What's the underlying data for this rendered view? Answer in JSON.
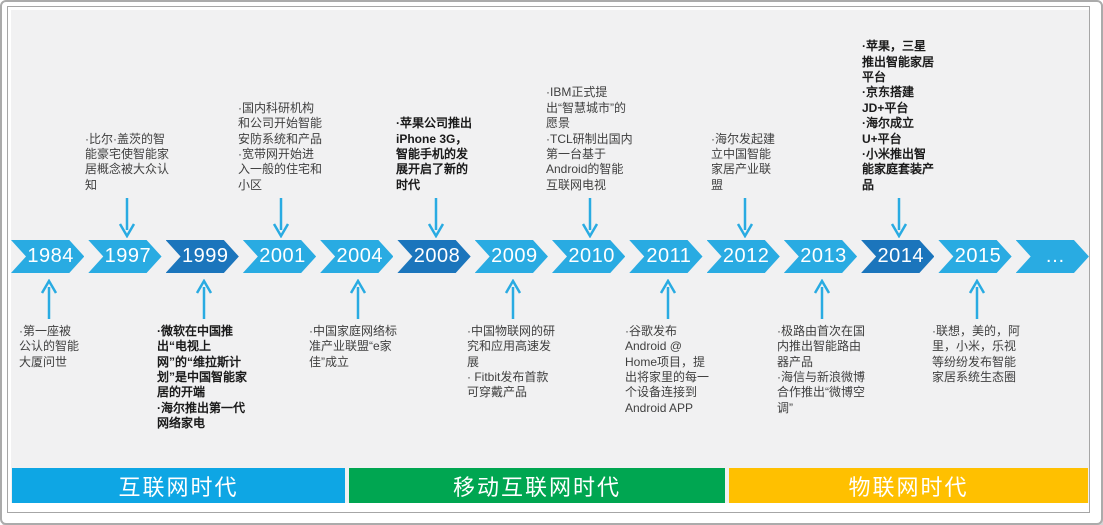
{
  "slide": {
    "timeline": {
      "colors": {
        "light": "#29ABE2",
        "dark": "#1B75BC",
        "arrow": "#29ABE2"
      },
      "events": [
        {
          "year": "1984",
          "accent": "light",
          "side": "bottom",
          "bold": false,
          "notes": [
            "·第一座被公认的智能大厦问世"
          ]
        },
        {
          "year": "1997",
          "accent": "light",
          "side": "top",
          "bold": false,
          "notes": [
            "·比尔·盖茨的智能豪宅使智能家居概念被大众认知"
          ]
        },
        {
          "year": "1999",
          "accent": "dark",
          "side": "bottom",
          "bold": true,
          "notes": [
            "·微软在中国推出“电视上网”的“维拉斯计划”是中国智能家居的开端",
            "·海尔推出第一代网络家电"
          ]
        },
        {
          "year": "2001",
          "accent": "light",
          "side": "top",
          "bold": false,
          "notes": [
            "·国内科研机构和公司开始智能安防系统和产品",
            "·宽带网开始进入一般的住宅和小区"
          ]
        },
        {
          "year": "2004",
          "accent": "light",
          "side": "bottom",
          "bold": false,
          "notes": [
            "·中国家庭网络标准产业联盟“e家佳”成立"
          ]
        },
        {
          "year": "2008",
          "accent": "dark",
          "side": "top",
          "bold": true,
          "notes": [
            "·苹果公司推出iPhone 3G，智能手机的发展开启了新的时代"
          ]
        },
        {
          "year": "2009",
          "accent": "light",
          "side": "bottom",
          "bold": false,
          "notes": [
            "·中国物联网的研究和应用高速发展",
            "· Fitbit发布首款可穿戴产品"
          ]
        },
        {
          "year": "2010",
          "accent": "light",
          "side": "top",
          "bold": false,
          "notes": [
            "·IBM正式提出“智慧城市”的愿景",
            "·TCL研制出国内第一台基于Android的智能互联网电视"
          ]
        },
        {
          "year": "2011",
          "accent": "light",
          "side": "bottom",
          "bold": false,
          "notes": [
            "·谷歌发布 Android @ Home项目，提出将家里的每一个设备连接到Android APP"
          ]
        },
        {
          "year": "2012",
          "accent": "light",
          "side": "top",
          "bold": false,
          "notes": [
            "·海尔发起建立中国智能家居产业联盟"
          ]
        },
        {
          "year": "2013",
          "accent": "light",
          "side": "bottom",
          "bold": false,
          "notes": [
            "·极路由首次在国内推出智能路由器产品",
            "·海信与新浪微博合作推出“微博空调”"
          ]
        },
        {
          "year": "2014",
          "accent": "dark",
          "side": "top",
          "bold": true,
          "notes": [
            "·苹果，三星推出智能家居平台",
            "·京东搭建JD+平台",
            "·海尔成立U+平台",
            "·小米推出智能家庭套装产品"
          ]
        },
        {
          "year": "2015",
          "accent": "light",
          "side": "bottom",
          "bold": false,
          "notes": [
            "·联想，美的，阿里，小米，乐视等纷纷发布智能家居系统生态圈"
          ]
        },
        {
          "year": "…",
          "accent": "light",
          "side": "none",
          "bold": false,
          "notes": []
        }
      ]
    },
    "eras": [
      {
        "label": "互联网时代",
        "color": "#0EA6E4"
      },
      {
        "label": "移动互联网时代",
        "color": "#00A651"
      },
      {
        "label": "物联网时代",
        "color": "#FFC000"
      }
    ]
  }
}
